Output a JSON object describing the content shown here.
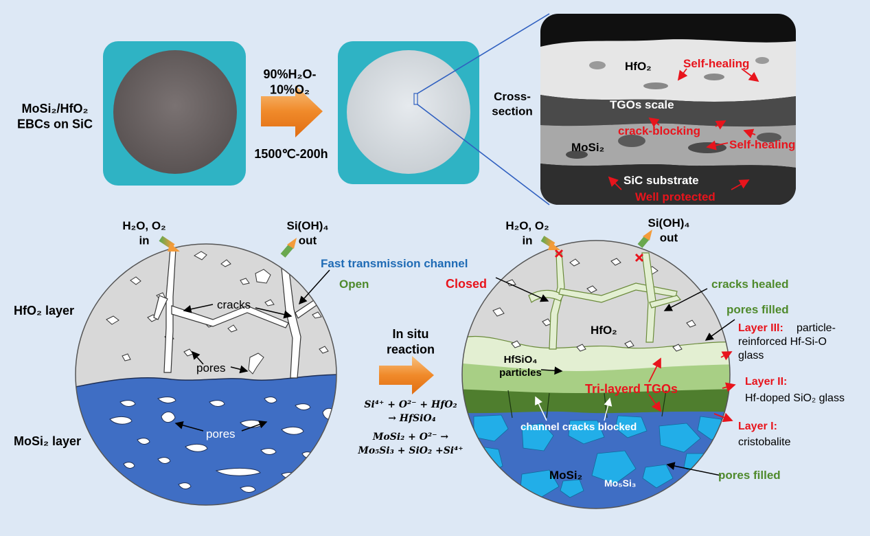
{
  "top": {
    "sample_label": "MoSi₂/HfO₂\nEBCs on SiC",
    "condition_top": "90%H₂O-\n10%O₂",
    "condition_bottom": "1500℃-200h",
    "cross_section": "Cross-\nsection",
    "sem": {
      "hfo2": "HfO₂",
      "self_healing_top": "Self-healing",
      "tgo_scale": "TGOs scale",
      "crack_blocking": "crack-blocking",
      "mosi2": "MoSi₂",
      "self_healing_mid": "Self-healing",
      "sic_substrate": "SiC substrate",
      "well_protected": "Well protected"
    }
  },
  "left": {
    "h2o_o2_in": "H₂O, O₂\nin",
    "sioh4_out": "Si(OH)₄\nout",
    "fast_channel": "Fast transmission channel",
    "open": "Open",
    "hfo2_layer": "HfO₂ layer",
    "cracks": "cracks",
    "pores_hfo2": "pores",
    "mosi2_layer": "MoSi₂ layer",
    "pores_mosi2": "pores"
  },
  "middle": {
    "in_situ": "In situ\nreaction",
    "eq1_line1": "Si⁴⁺ + O²⁻ + HfO₂",
    "eq1_line2": "→ HfSiO₄",
    "eq2_line1": "MoSi₂ + O²⁻ →",
    "eq2_line2": "Mo₅Si₃ + SiO₂ +Si⁴⁺"
  },
  "right": {
    "h2o_o2_in": "H₂O, O₂\nin",
    "sioh4_out": "Si(OH)₄\nout",
    "closed": "Closed",
    "cracks_healed": "cracks healed",
    "pores_filled_top": "pores filled",
    "hfo2": "HfO₂",
    "hfsio4": "HfSiO₄\nparticles",
    "tri_tgo": "Tri-layerd TGOs",
    "channel_blocked": "channel cracks blocked",
    "mosi2": "MoSi₂",
    "mo5si3": "Mo₅Si₃",
    "pores_filled_bottom": "pores filled",
    "layer3_title": "Layer III:",
    "layer3_text": "particle-\nreinforced Hf-Si-O\nglass",
    "layer2_title": "Layer II:",
    "layer2_text": "Hf-doped SiO₂ glass",
    "layer1_title": "Layer I:",
    "layer1_text": "cristobalite"
  },
  "colors": {
    "background": "#dde8f5",
    "red": "#e8141c",
    "green": "#4f8a2c",
    "blue": "#1f6bb5",
    "hfo2_gray": "#d8d8d8",
    "mosi2_blue": "#3f6ec4",
    "mo5si3_cyan": "#22aee8",
    "arrow_orange": "#f39b3a"
  }
}
